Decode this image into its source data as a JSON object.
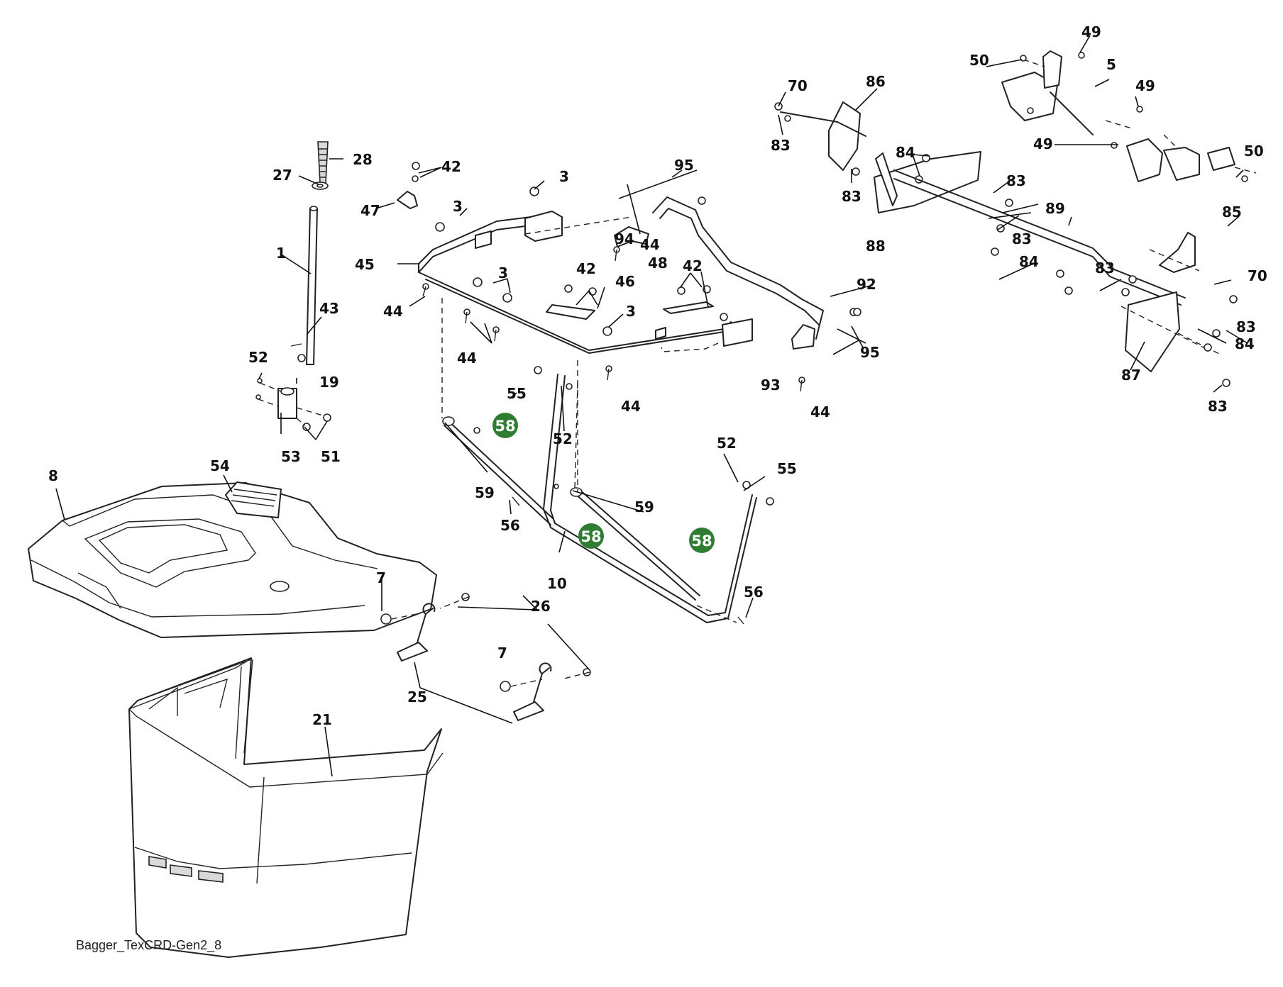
{
  "diagram": {
    "caption": "Bagger_TexCRD-Gen2_8",
    "highlight_color": "#2e7d32",
    "callouts": [
      {
        "id": "c28",
        "text": "28"
      },
      {
        "id": "c27",
        "text": "27"
      },
      {
        "id": "c1",
        "text": "1"
      },
      {
        "id": "c43",
        "text": "43"
      },
      {
        "id": "c52a",
        "text": "52"
      },
      {
        "id": "c19",
        "text": "19"
      },
      {
        "id": "c53",
        "text": "53"
      },
      {
        "id": "c51",
        "text": "51"
      },
      {
        "id": "c8",
        "text": "8"
      },
      {
        "id": "c54",
        "text": "54"
      },
      {
        "id": "c42a",
        "text": "42"
      },
      {
        "id": "c47",
        "text": "47"
      },
      {
        "id": "c3a",
        "text": "3"
      },
      {
        "id": "c3b",
        "text": "3"
      },
      {
        "id": "c3c",
        "text": "3"
      },
      {
        "id": "c3d",
        "text": "3"
      },
      {
        "id": "c45",
        "text": "45"
      },
      {
        "id": "c44a",
        "text": "44"
      },
      {
        "id": "c44b",
        "text": "44"
      },
      {
        "id": "c44c",
        "text": "44"
      },
      {
        "id": "c44d",
        "text": "44"
      },
      {
        "id": "c44e",
        "text": "44"
      },
      {
        "id": "c94",
        "text": "94"
      },
      {
        "id": "c95a",
        "text": "95"
      },
      {
        "id": "c95b",
        "text": "95"
      },
      {
        "id": "c92",
        "text": "92"
      },
      {
        "id": "c93",
        "text": "93"
      },
      {
        "id": "c42b",
        "text": "42"
      },
      {
        "id": "c46",
        "text": "46"
      },
      {
        "id": "c48",
        "text": "48"
      },
      {
        "id": "c42c",
        "text": "42"
      },
      {
        "id": "c55a",
        "text": "55"
      },
      {
        "id": "c52b",
        "text": "52"
      },
      {
        "id": "c59a",
        "text": "59"
      },
      {
        "id": "c56a",
        "text": "56"
      },
      {
        "id": "c59b",
        "text": "59"
      },
      {
        "id": "c10",
        "text": "10"
      },
      {
        "id": "c52c",
        "text": "52"
      },
      {
        "id": "c55b",
        "text": "55"
      },
      {
        "id": "c56b",
        "text": "56"
      },
      {
        "id": "c7a",
        "text": "7"
      },
      {
        "id": "c26",
        "text": "26"
      },
      {
        "id": "c7b",
        "text": "7"
      },
      {
        "id": "c25",
        "text": "25"
      },
      {
        "id": "c21",
        "text": "21"
      },
      {
        "id": "c70a",
        "text": "70"
      },
      {
        "id": "c86",
        "text": "86"
      },
      {
        "id": "c83a",
        "text": "83"
      },
      {
        "id": "c83b",
        "text": "83"
      },
      {
        "id": "c84a",
        "text": "84"
      },
      {
        "id": "c88",
        "text": "88"
      },
      {
        "id": "c83c",
        "text": "83"
      },
      {
        "id": "c83d",
        "text": "83"
      },
      {
        "id": "c89",
        "text": "89"
      },
      {
        "id": "c84b",
        "text": "84"
      },
      {
        "id": "c83e",
        "text": "83"
      },
      {
        "id": "c85",
        "text": "85"
      },
      {
        "id": "c70b",
        "text": "70"
      },
      {
        "id": "c83f",
        "text": "83"
      },
      {
        "id": "c84c",
        "text": "84"
      },
      {
        "id": "c87",
        "text": "87"
      },
      {
        "id": "c83g",
        "text": "83"
      },
      {
        "id": "c49a",
        "text": "49"
      },
      {
        "id": "c50a",
        "text": "50"
      },
      {
        "id": "c5",
        "text": "5"
      },
      {
        "id": "c49b",
        "text": "49"
      },
      {
        "id": "c49c",
        "text": "49"
      },
      {
        "id": "c50b",
        "text": "50"
      }
    ],
    "badges": [
      {
        "id": "b1",
        "text": "58"
      },
      {
        "id": "b2",
        "text": "58"
      },
      {
        "id": "b3",
        "text": "58"
      }
    ]
  }
}
